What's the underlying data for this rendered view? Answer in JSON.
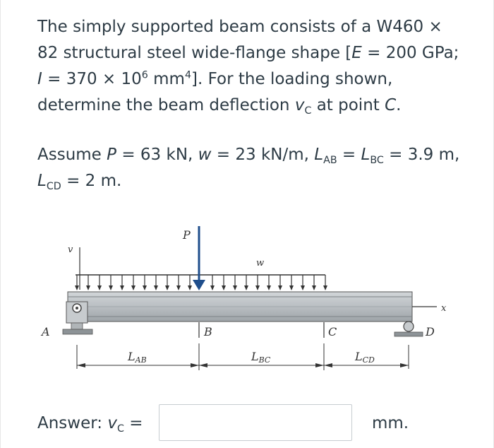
{
  "problem": {
    "p1_a": "The simply supported beam consists of a W460 × 82 structural steel wide-flange shape [",
    "p1_E": "E",
    "p1_b": " = 200 GPa; ",
    "p1_I": "I",
    "p1_c": " = 370 × 10",
    "p1_exp": "6",
    "p1_d": " mm",
    "p1_exp2": "4",
    "p1_e": "]. For the loading shown, determine the beam deflection ",
    "p1_v": "v",
    "p1_vsub": "C",
    "p1_f": " at point ",
    "p1_C": "C",
    "p1_g": ".",
    "p2_a": "Assume ",
    "p2_P": "P",
    "p2_b": " = 63 kN, ",
    "p2_w": "w",
    "p2_c": " = 23 kN/m, ",
    "p2_L1": "L",
    "p2_L1sub": "AB",
    "p2_d": " = ",
    "p2_L2": "L",
    "p2_L2sub": "BC",
    "p2_e": " = 3.9 m, ",
    "p2_L3": "L",
    "p2_L3sub": "CD",
    "p2_f": " = 2 m."
  },
  "figure": {
    "label_P": "P",
    "label_w": "w",
    "label_v": "v",
    "label_x": "x",
    "label_A": "A",
    "label_B": "B",
    "label_C": "C",
    "label_D": "D",
    "dim_L": "L",
    "dim_AB": "AB",
    "dim_BC": "BC",
    "dim_CD": "CD"
  },
  "answer": {
    "label": "Answer: ",
    "v": "v",
    "vsub": "C",
    "equals": " =",
    "value": "",
    "unit": "mm."
  }
}
